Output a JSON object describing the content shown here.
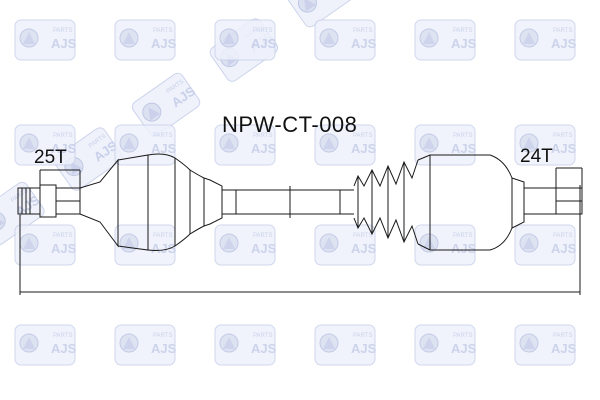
{
  "part_number": "NPW-CT-008",
  "left_spline": "25T",
  "right_spline": "24T",
  "watermark": {
    "text": "AJS PARTS",
    "color": "#1f3a8a",
    "icon": "ajs-parts-logo-icon"
  },
  "colors": {
    "line": "#1a1a1a",
    "background": "#ffffff"
  }
}
